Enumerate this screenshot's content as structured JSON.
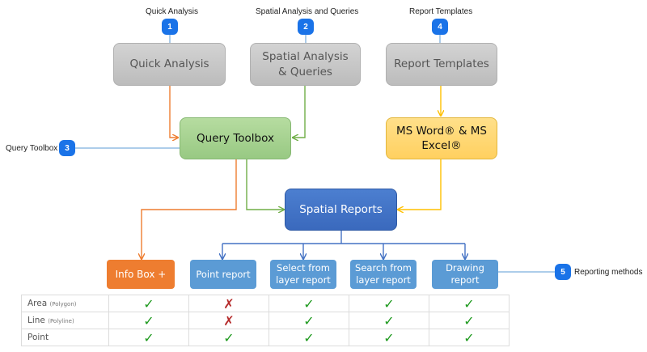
{
  "callouts": [
    {
      "number": "1",
      "label": "Quick Analysis"
    },
    {
      "number": "2",
      "label": "Spatial Analysis and Queries"
    },
    {
      "number": "4",
      "label": "Report Templates"
    },
    {
      "number": "3",
      "label": "Query Toolbox"
    },
    {
      "number": "5",
      "label": "Reporting methods"
    }
  ],
  "boxes": {
    "quick_analysis": "Quick Analysis",
    "spatial_analysis": "Spatial Analysis & Queries",
    "report_templates": "Report Templates",
    "query_toolbox": "Query Toolbox",
    "ms_office": "MS Word® & MS Excel®",
    "spatial_reports": "Spatial Reports"
  },
  "methods": [
    "Info Box +",
    "Point report",
    "Select from layer report",
    "Search from layer report",
    "Drawing report"
  ],
  "matrix": {
    "rows": [
      {
        "label": "Area",
        "sublabel": "(Polygon)",
        "marks": [
          "tick",
          "cross",
          "tick",
          "tick",
          "tick"
        ]
      },
      {
        "label": "Line",
        "sublabel": "(Polyline)",
        "marks": [
          "tick",
          "cross",
          "tick",
          "tick",
          "tick"
        ]
      },
      {
        "label": "Point",
        "sublabel": "",
        "marks": [
          "tick",
          "tick",
          "tick",
          "tick",
          "tick"
        ]
      }
    ],
    "symbols": {
      "tick": "✓",
      "cross": "✗"
    }
  },
  "colors": {
    "arrow_orange": "#ee7d30",
    "arrow_green": "#70ad47",
    "arrow_yellow": "#ffc000",
    "arrow_blue": "#4472c4",
    "callout_line": "#5b9bd5",
    "badge": "#1a73e8"
  }
}
